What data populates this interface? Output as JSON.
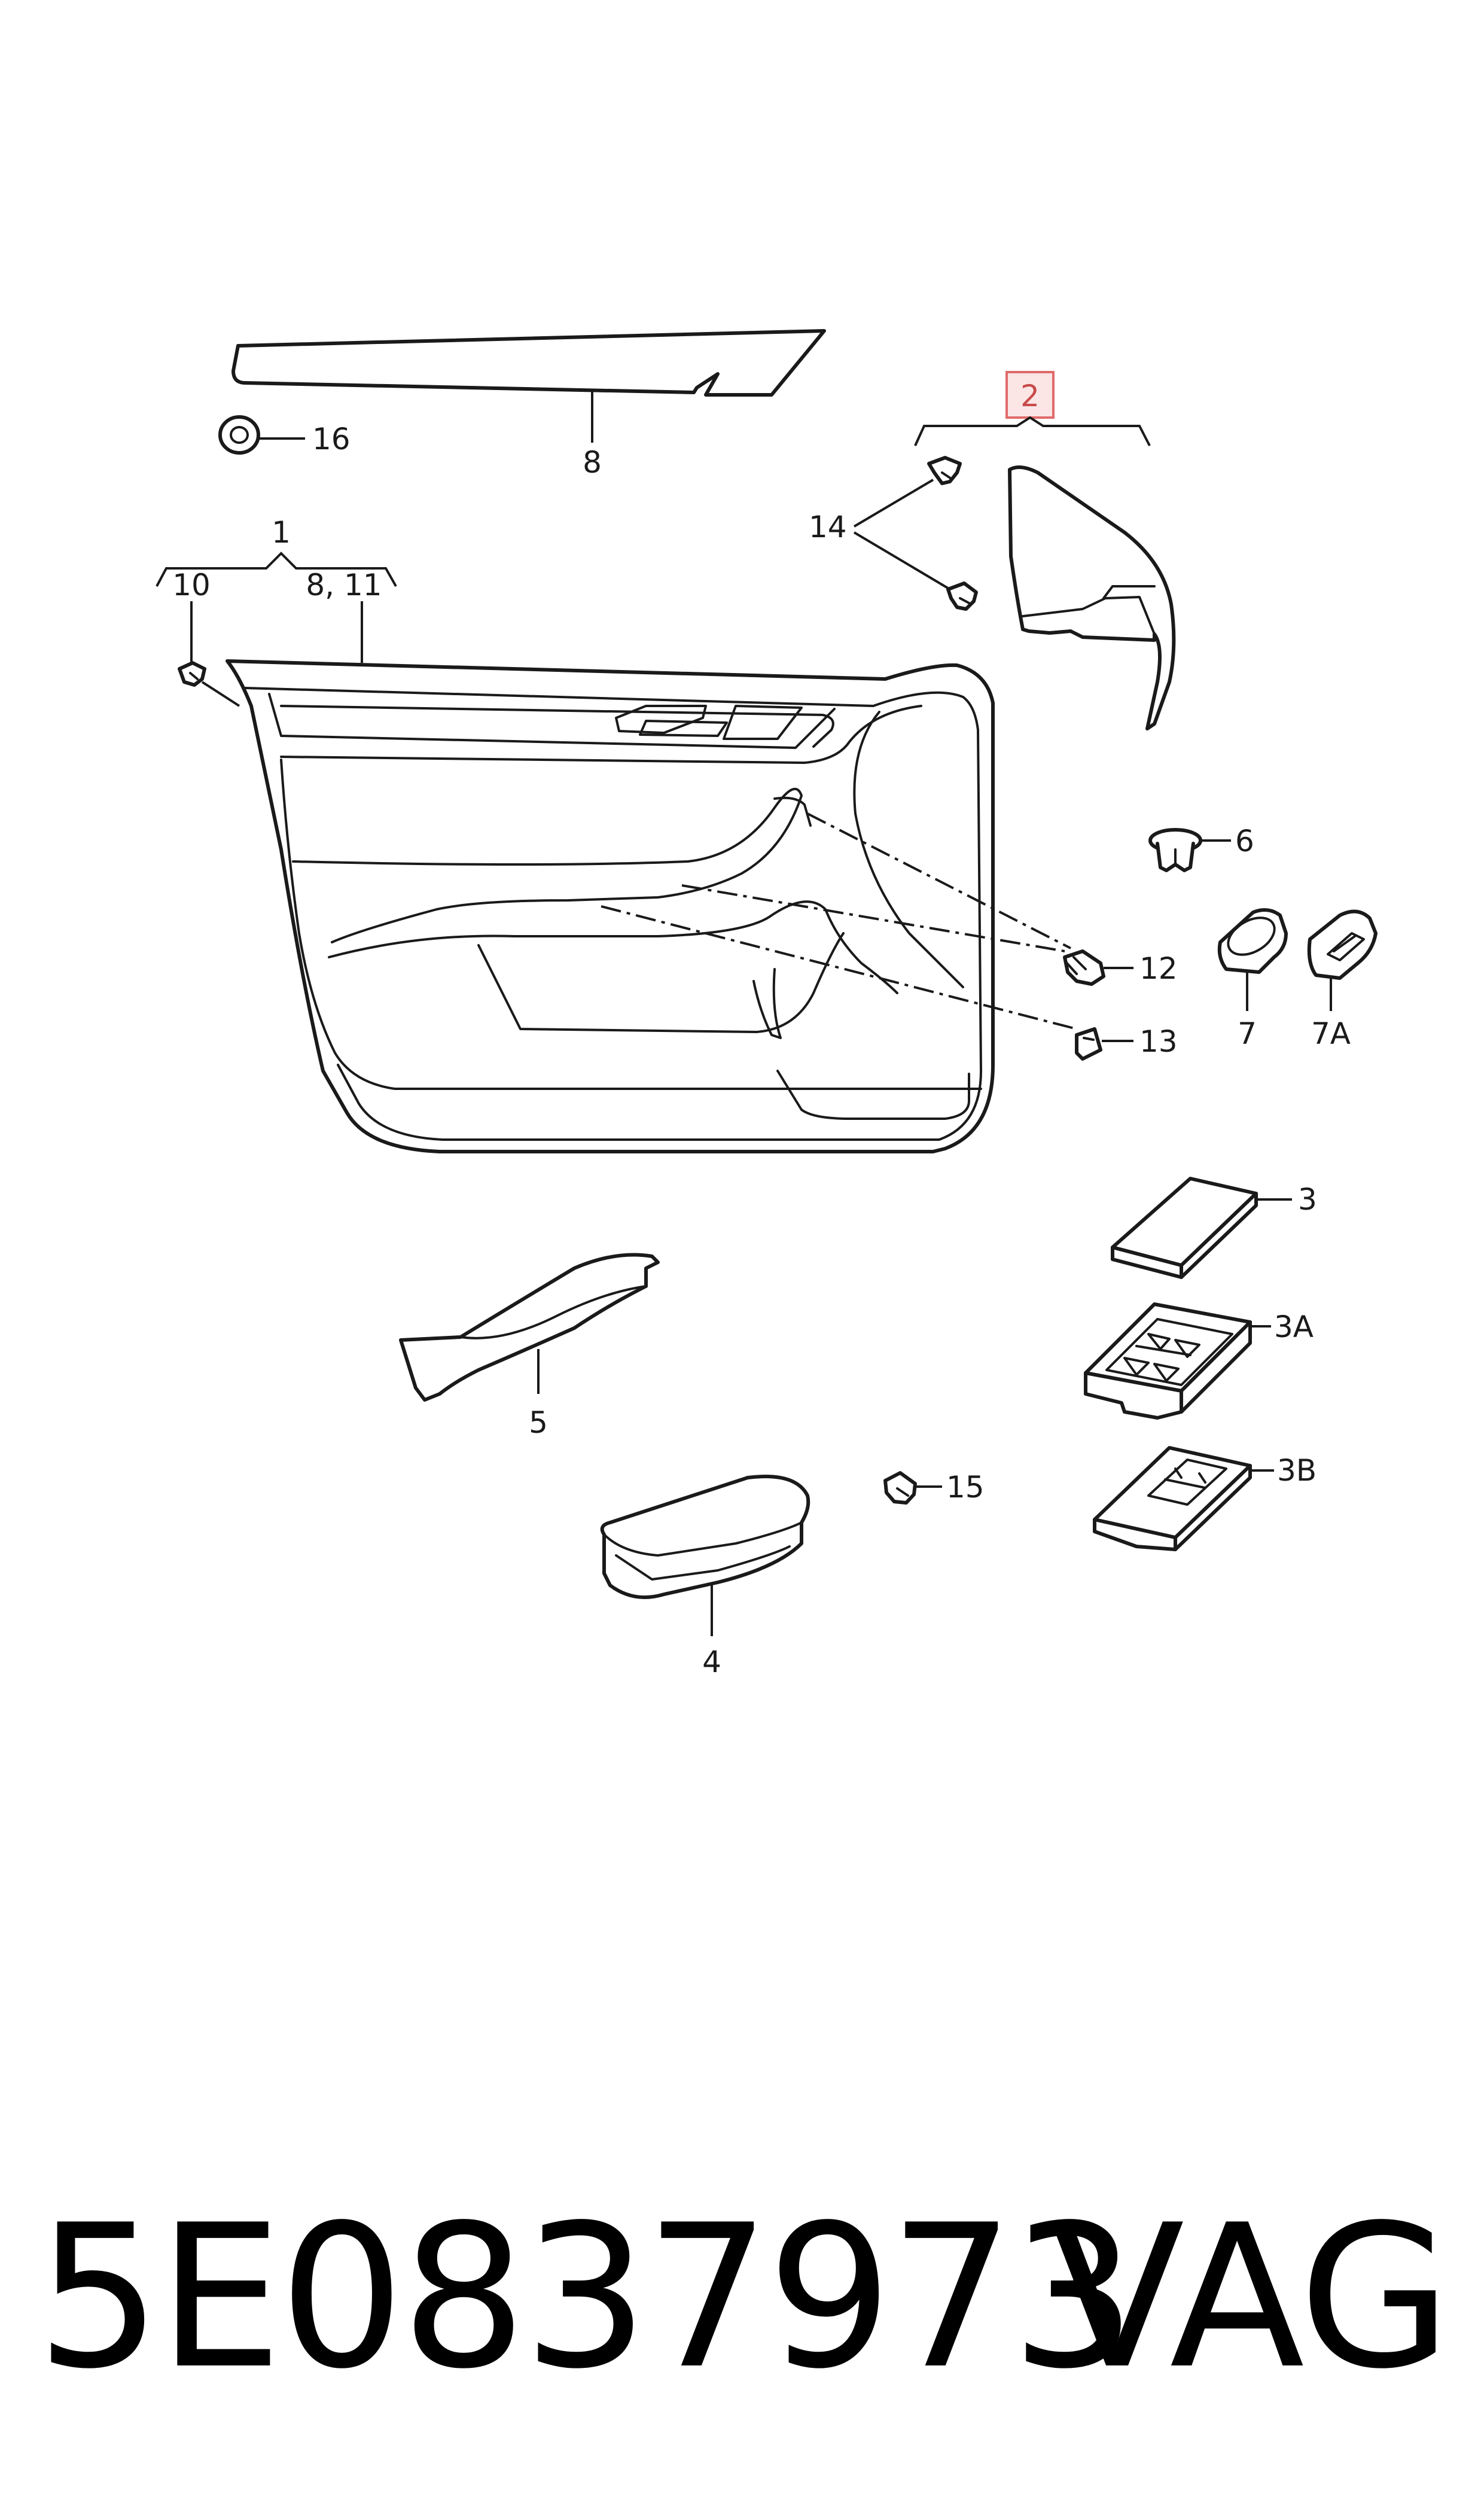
{
  "callouts": {
    "c1": "1",
    "c2": "2",
    "c3": "3",
    "c3a": "3A",
    "c3b": "3B",
    "c4": "4",
    "c5": "5",
    "c6": "6",
    "c7": "7",
    "c7a": "7A",
    "c8": "8",
    "c8_11": "8, 11",
    "c10": "10",
    "c12": "12",
    "c13": "13",
    "c14": "14",
    "c15": "15",
    "c16": "16"
  },
  "highlighted_callout": "2",
  "colors": {
    "line": "#1a1a1a",
    "highlight_fill": "#fbe5e5",
    "highlight_stroke": "#e06a6a"
  },
  "footer": {
    "part_number": "5E0837973",
    "brand": "VAG"
  }
}
